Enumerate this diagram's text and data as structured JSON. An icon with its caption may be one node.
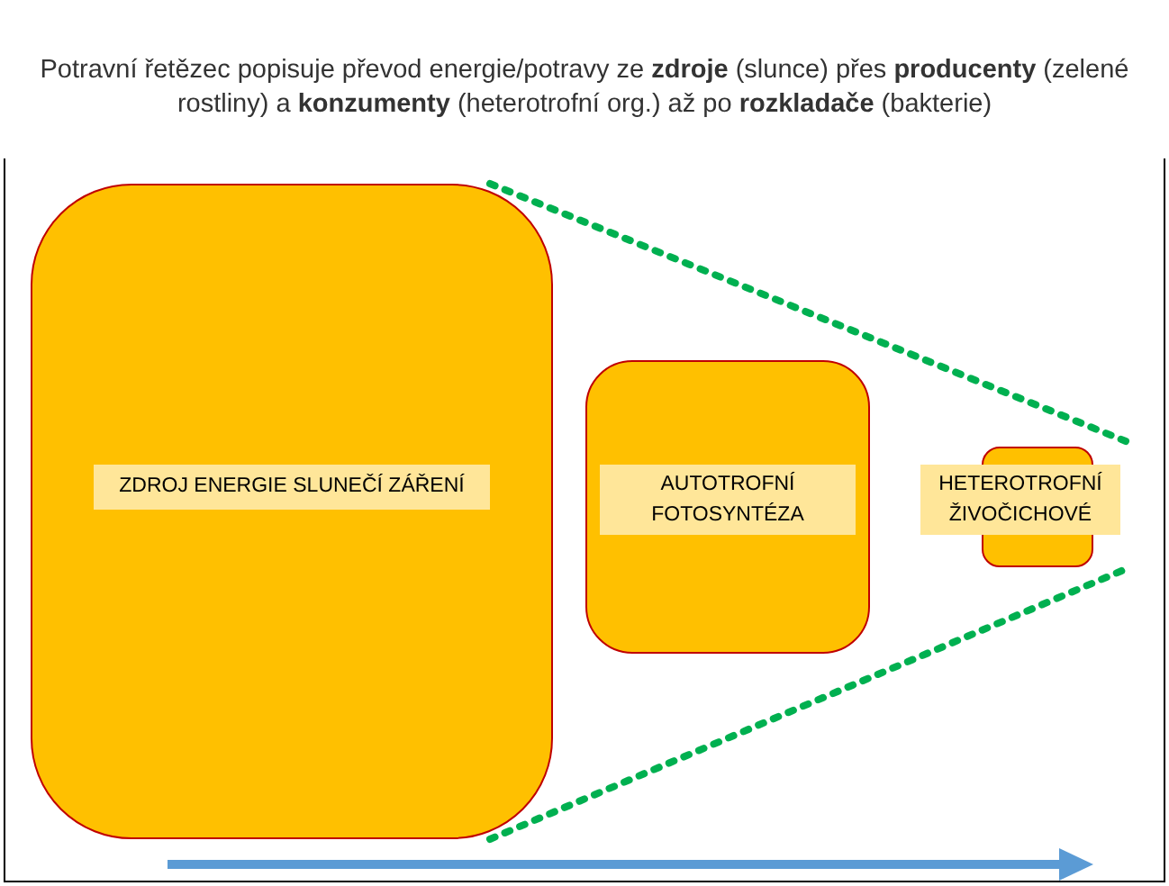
{
  "diagram": {
    "title": "Potravní řetězec popisuje převod energie/potravy ze **zdroje** (slunce) přes **producenty** (zelené rostliny) a **konzumenty** (heterotrofní org.) až po **rozkladače** (bakterie)",
    "nodes": [
      {
        "text": [
          "ZDROJ ENERGIE SLUNEČÍ ZÁŘENÍ"
        ]
      },
      {
        "text": [
          "AUTOTROFNÍ FOTOSYNTÉZA"
        ]
      },
      {
        "text": [
          "HETEROTROFNÍ ŽIVOČICHOVÉ"
        ]
      }
    ],
    "edges": []
  }
}
